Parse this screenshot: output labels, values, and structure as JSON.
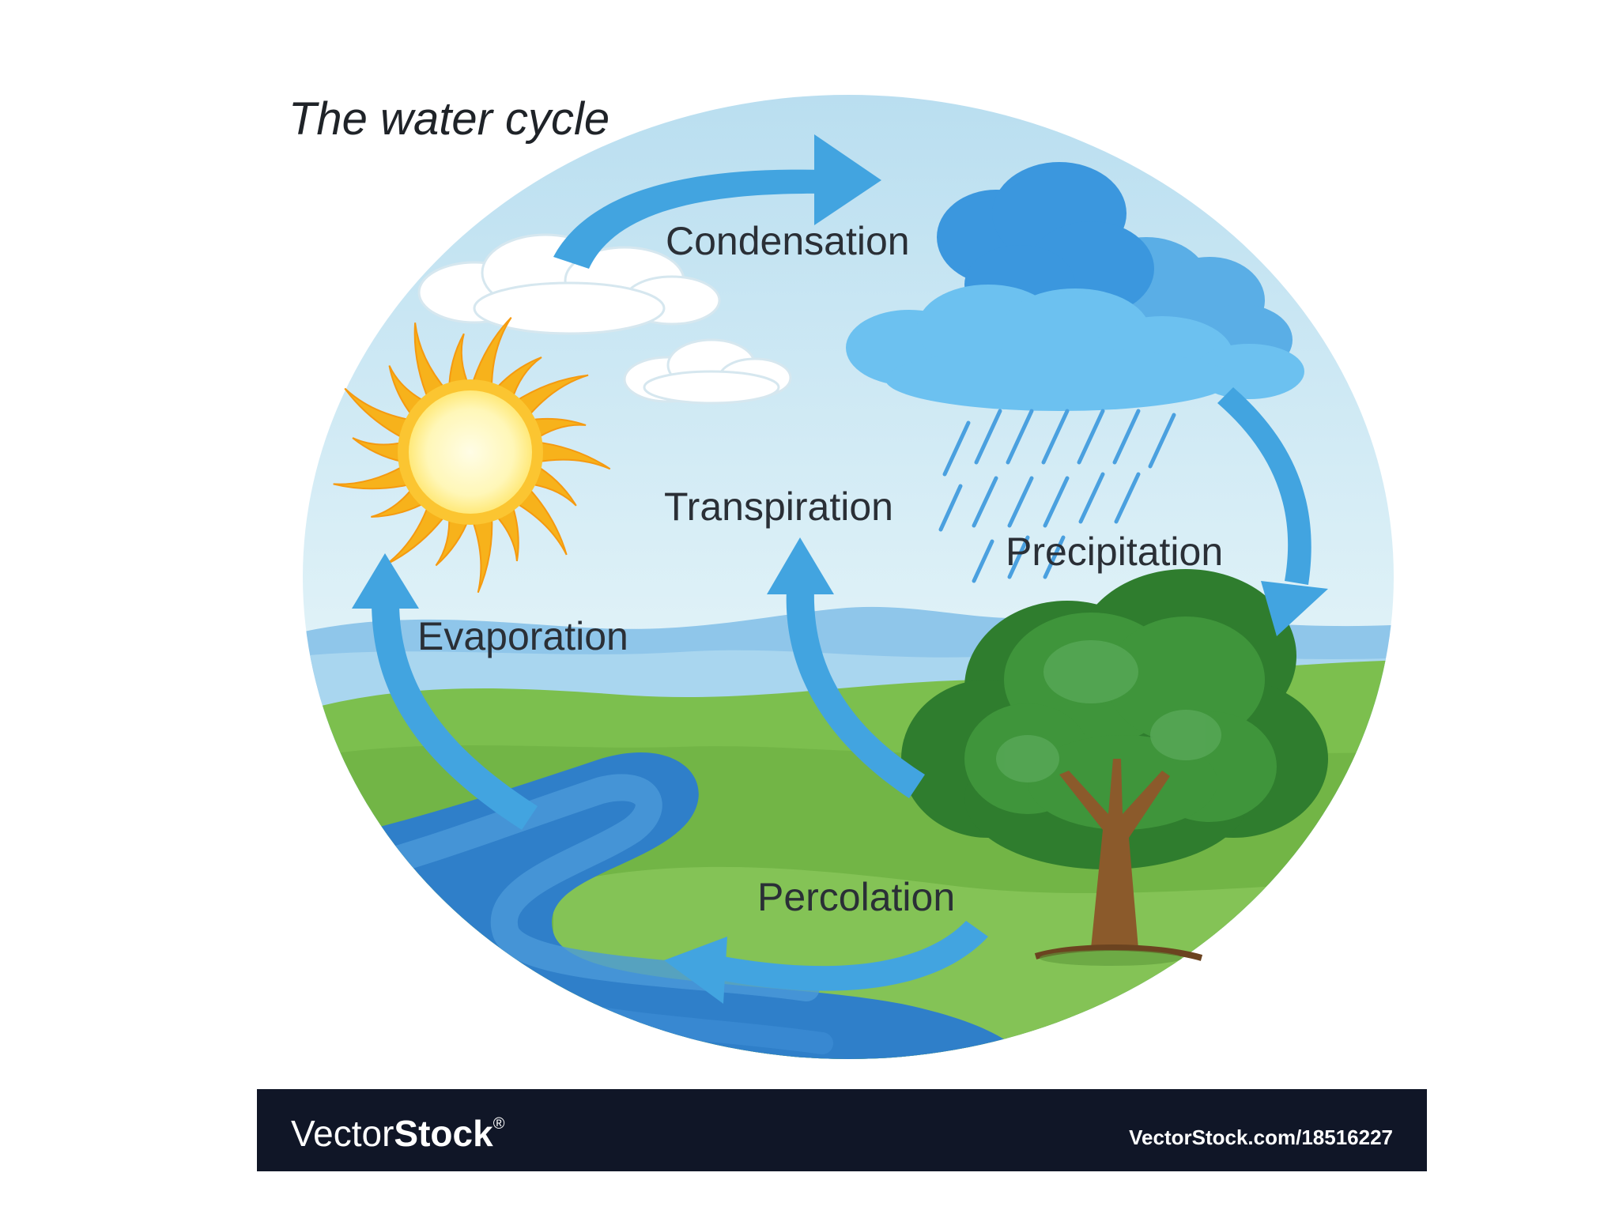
{
  "title": "The water cycle",
  "labels": {
    "condensation": "Condensation",
    "precipitation": "Precipitation",
    "transpiration": "Transpiration",
    "evaporation": "Evaporation",
    "percolation": "Percolation"
  },
  "watermark": {
    "brand_light": "Vector",
    "brand_bold": "Stock",
    "registered": "®",
    "url": "VectorStock.com/18516227"
  },
  "colors": {
    "sky": "#cfe9f3",
    "arrow": "#42a4e0",
    "grass": "#7cbf4e",
    "river": "#2f7fc9",
    "tree": "#3f8f3c",
    "sun": "#f7b21b",
    "rain_cloud": "#4aa3e3",
    "banner": "#101627"
  }
}
